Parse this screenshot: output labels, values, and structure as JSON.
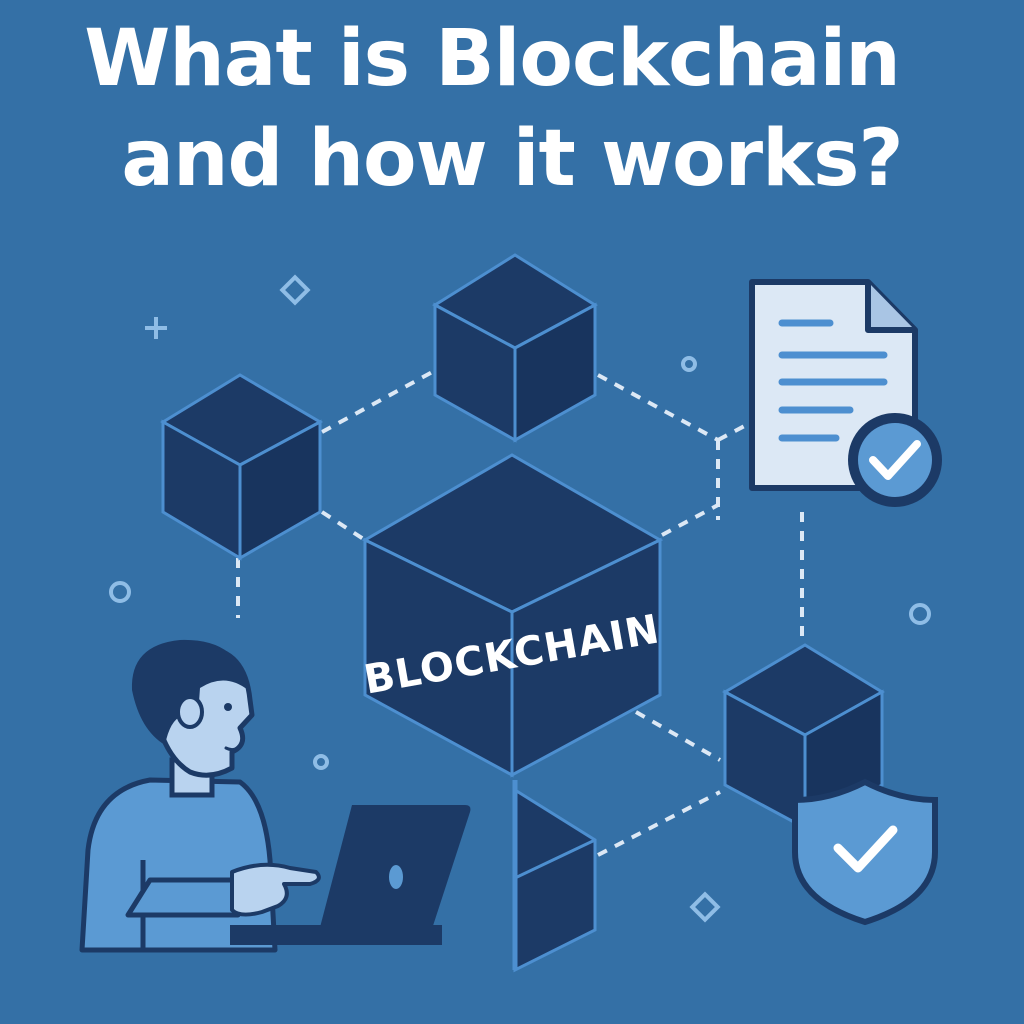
{
  "title": {
    "line1": "What is Blockchain",
    "line2": "and how it works?"
  },
  "center_block": {
    "label": "BLOCKCHAIN"
  },
  "icons": [
    "document-icon",
    "check-badge-icon",
    "shield-check-icon",
    "laptop-icon",
    "person-icon"
  ],
  "colors": {
    "background": "#3470a6",
    "cube_fill": "#1c3a66",
    "cube_edge": "#4d8fd0",
    "light": "#dce8f5",
    "accent": "#5b9ad3"
  }
}
